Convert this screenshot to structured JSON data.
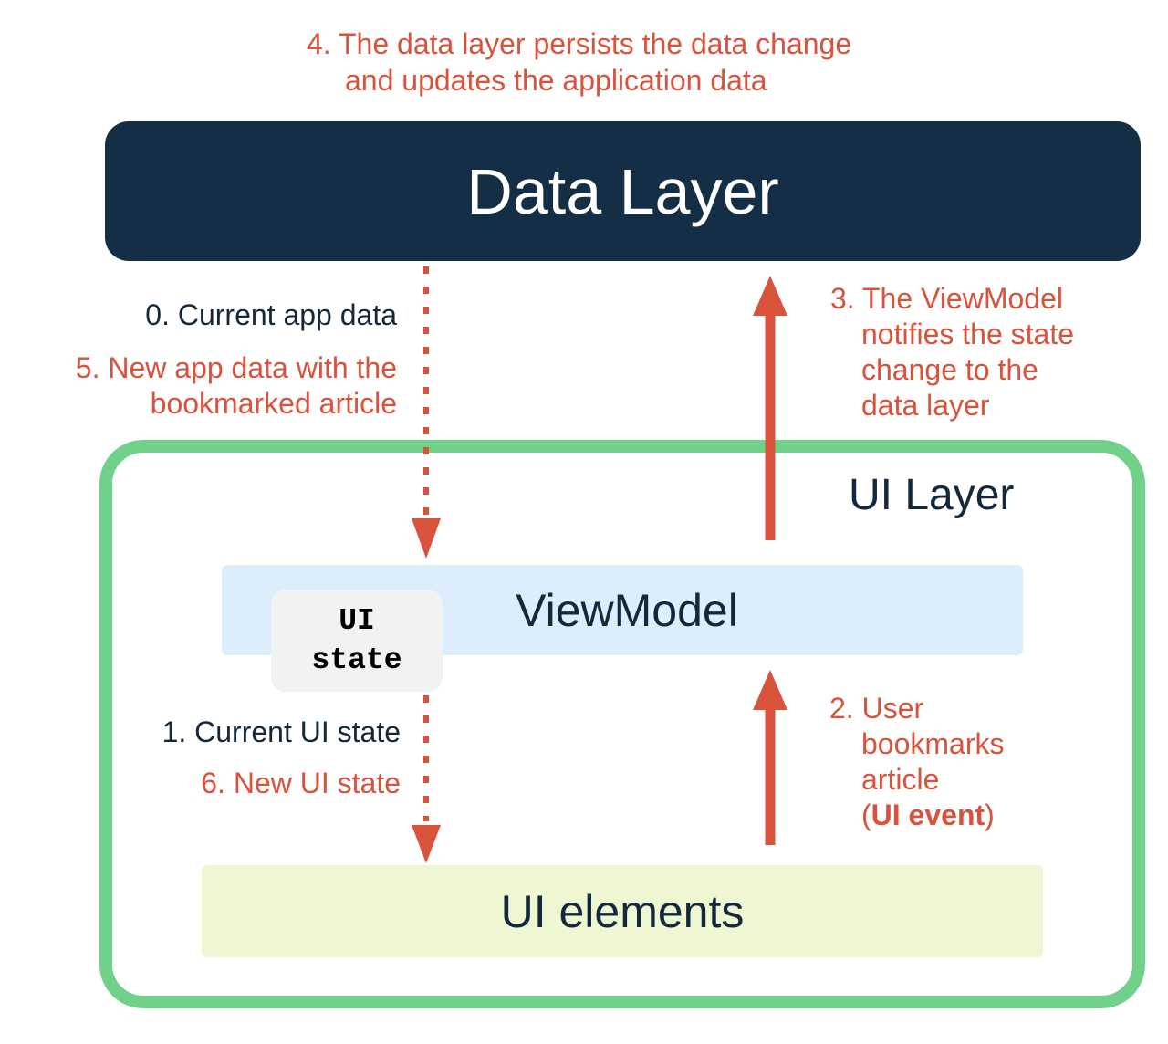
{
  "step4": {
    "line1": "4. The data layer persists the data change",
    "line2": "and updates the application data"
  },
  "data_layer": {
    "label": "Data Layer"
  },
  "left_top": {
    "step0": "0. Current app data",
    "step5_line1": "5. New app data with the",
    "step5_line2": "bookmarked article"
  },
  "step3": {
    "line1": "3. The ViewModel",
    "line2": "notifies the state",
    "line3": "change to the",
    "line4": "data layer"
  },
  "ui_layer": {
    "label": "UI Layer"
  },
  "viewmodel": {
    "label": "ViewModel"
  },
  "ui_state": {
    "line1": "UI",
    "line2": "state"
  },
  "left_mid": {
    "step1": "1. Current UI state",
    "step6": "6. New UI state"
  },
  "step2": {
    "line1": "2. User",
    "line2": "bookmarks",
    "line3": "article",
    "paren_open": "(",
    "event": "UI event",
    "paren_close": ")"
  },
  "ui_elements": {
    "label": "UI elements"
  },
  "colors": {
    "accent_red": "#d9523b",
    "navy": "#142f45",
    "green_border": "#71d18b",
    "viewmodel_bg": "#dcedfb",
    "ui_elements_bg": "#eff6d2"
  }
}
